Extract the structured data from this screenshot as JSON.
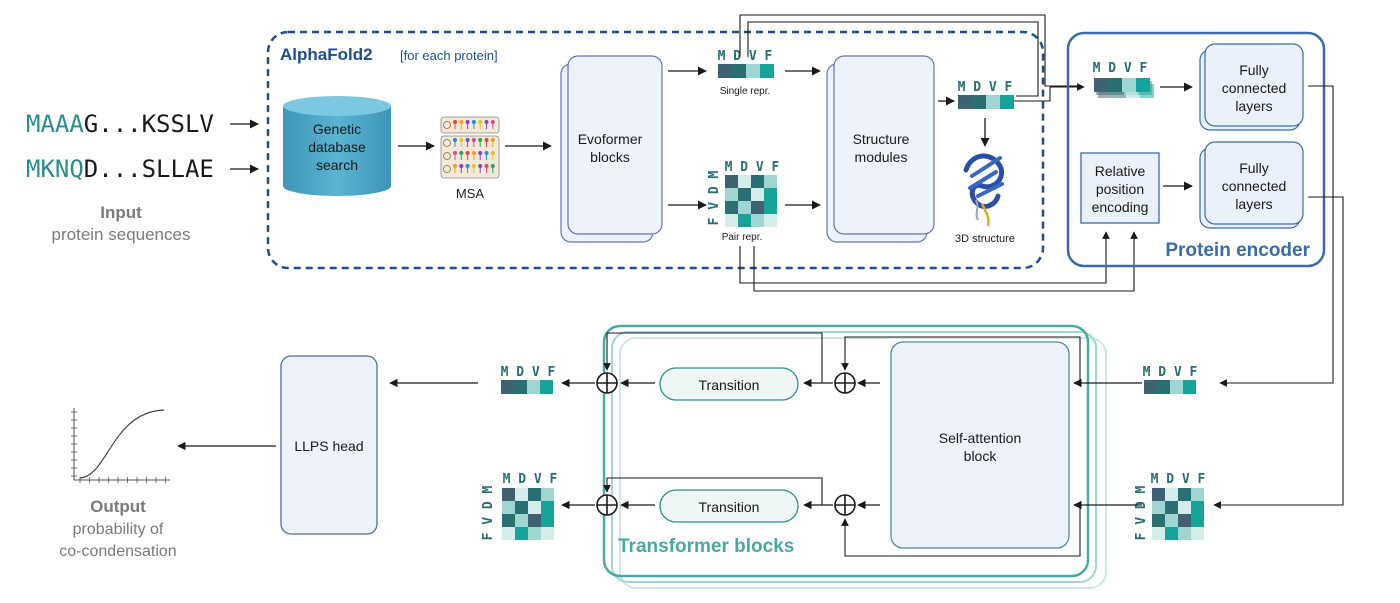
{
  "colors": {
    "navy": "#1f4e8c",
    "teal_dark": "#2a6f72",
    "teal": "#16a39a",
    "teal_light": "#9fd6d2",
    "teal_pale": "#d4ecea",
    "slate": "#3f6270",
    "block_fill": "#eef2fa",
    "block_stroke": "#6a72b8",
    "cylinder": "#4aa6c7",
    "gray_text": "#7a7a7a"
  },
  "input": {
    "seq1_prefix": "MAAA",
    "seq1_rest": "G...KSSLV",
    "seq2_prefix": "MKNQ",
    "seq2_rest": "D...SLLAE",
    "title": "Input",
    "subtitle": "protein sequences"
  },
  "alphafold": {
    "title": "AlphaFold2",
    "subtitle": "[for each protein]",
    "db_line1": "Genetic",
    "db_line2": "database",
    "db_line3": "search",
    "msa": "MSA",
    "evoformer_line1": "Evoformer",
    "evoformer_line2": "blocks",
    "single_letters": "M D V F",
    "single_label": "Single repr.",
    "pair_letters_top": "M D V F",
    "pair_letters_side": "F V D M",
    "pair_label": "Pair repr.",
    "structure_line1": "Structure",
    "structure_line2": "modules",
    "struct_out_letters": "M D V F",
    "structure3d_label": "3D structure"
  },
  "encoder": {
    "title": "Protein encoder",
    "tokens_letters": "M D V F",
    "fc1_line1": "Fully",
    "fc1_line2": "connected",
    "fc1_line3": "layers",
    "relpos_line1": "Relative",
    "relpos_line2": "position",
    "relpos_line3": "encoding",
    "fc2_line1": "Fully",
    "fc2_line2": "connected",
    "fc2_line3": "layers"
  },
  "transformer": {
    "title": "Transformer blocks",
    "transition1": "Transition",
    "transition2": "Transition",
    "self_attn_line1": "Self-attention",
    "self_attn_line2": "block",
    "in_single_letters": "M D V F",
    "in_pair_letters_top": "M D V F",
    "in_pair_letters_side": "F V D M",
    "out_single_letters": "M D V F",
    "out_pair_letters_top": "M D V F",
    "out_pair_letters_side": "F V D M"
  },
  "llps": {
    "head_label": "LLPS head"
  },
  "output": {
    "title": "Output",
    "line1": "probability of",
    "line2": "co-condensation"
  }
}
